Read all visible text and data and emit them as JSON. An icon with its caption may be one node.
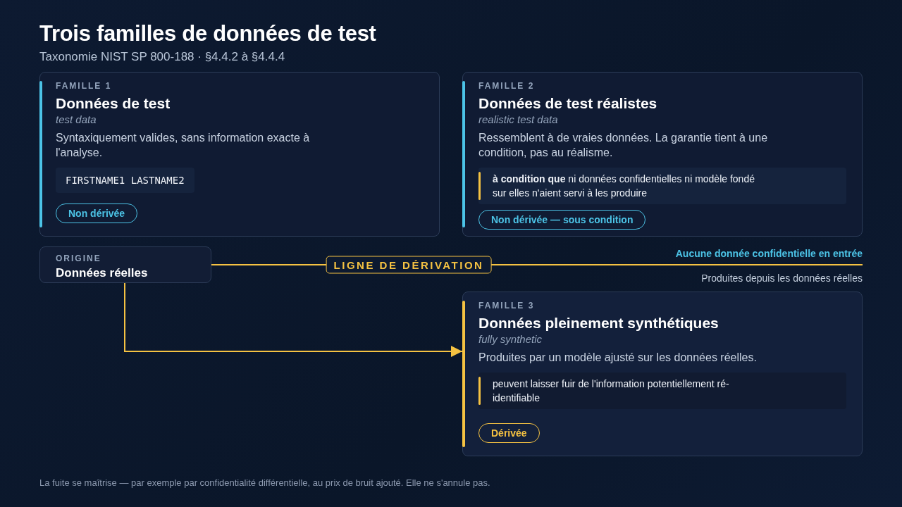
{
  "diagram": {
    "title": "Trois familles de données de test",
    "caption": "La fuite se maîtrise — par exemple par confidentialité différentielle, au prix de bruit ajouté. Elle ne s'annule pas.",
    "nodes": [
      {
        "text": [
          "FAMILLE 1",
          "Données de test",
          "test data",
          "Syntaxiquement valides, sans information exacte à l'analyse.",
          "FIRSTNAME1 LASTNAME2",
          "Non dérivée"
        ]
      },
      {
        "text": [
          "FAMILLE 2",
          "Données de test réalistes",
          "realistic test data",
          "Ressemblent à de vraies données. La garantie tient à une condition, pas au réalisme.",
          "**à condition que** ni données confidentielles ni modèle fondé sur elles n'aient servi à les produire",
          "Non dérivée — sous condition"
        ]
      },
      {
        "text": [
          "ORIGINE",
          "Données réelles"
        ]
      },
      {
        "text": [
          "FAMILLE 3",
          "Données pleinement synthétiques",
          "fully synthetic",
          "Produites par un modèle ajusté sur les données réelles.",
          "peuvent laisser fuir de l'information potentiellement ré-identifiable",
          "Dérivée"
        ]
      }
    ],
    "edges": [
      {
        "from": 2,
        "to": null,
        "arrow": "none",
        "label": "LIGNE DE DÉRIVATION"
      },
      {
        "from": 2,
        "to": 3,
        "arrow": "to"
      }
    ],
    "labels": [
      "Taxonomie NIST SP 800-188 · §4.4.2 à §4.4.4",
      "Aucune donnée confidentielle en entrée",
      "Produites depuis les données réelles"
    ]
  }
}
